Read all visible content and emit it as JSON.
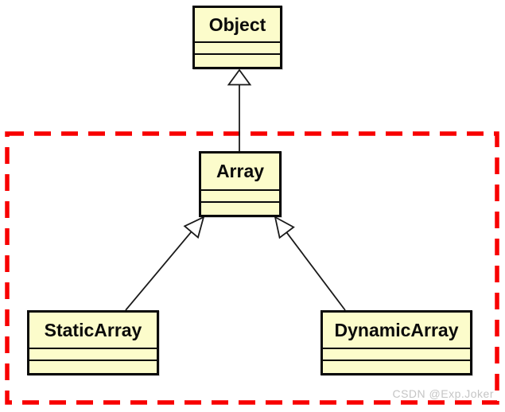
{
  "diagram": {
    "type": "uml-class-diagram",
    "classes": [
      {
        "name": "Object",
        "attributes": [],
        "operations": []
      },
      {
        "name": "Array",
        "attributes": [],
        "operations": []
      },
      {
        "name": "StaticArray",
        "attributes": [],
        "operations": []
      },
      {
        "name": "DynamicArray",
        "attributes": [],
        "operations": []
      }
    ],
    "relations": [
      {
        "from": "Array",
        "to": "Object",
        "type": "generalization"
      },
      {
        "from": "StaticArray",
        "to": "Array",
        "type": "generalization"
      },
      {
        "from": "DynamicArray",
        "to": "Array",
        "type": "generalization"
      }
    ],
    "highlight_region": {
      "shape": "dashed-rectangle",
      "color": "#f80000",
      "contains": [
        "Array",
        "StaticArray",
        "DynamicArray"
      ]
    },
    "colors": {
      "class_fill": "#fcfccb",
      "class_border": "#0a0a0a",
      "connector": "#1a1a1a",
      "background": "#ffffff",
      "watermark": "#c5c5c5"
    }
  },
  "watermark": {
    "text": "CSDN @Exp.Joker"
  }
}
